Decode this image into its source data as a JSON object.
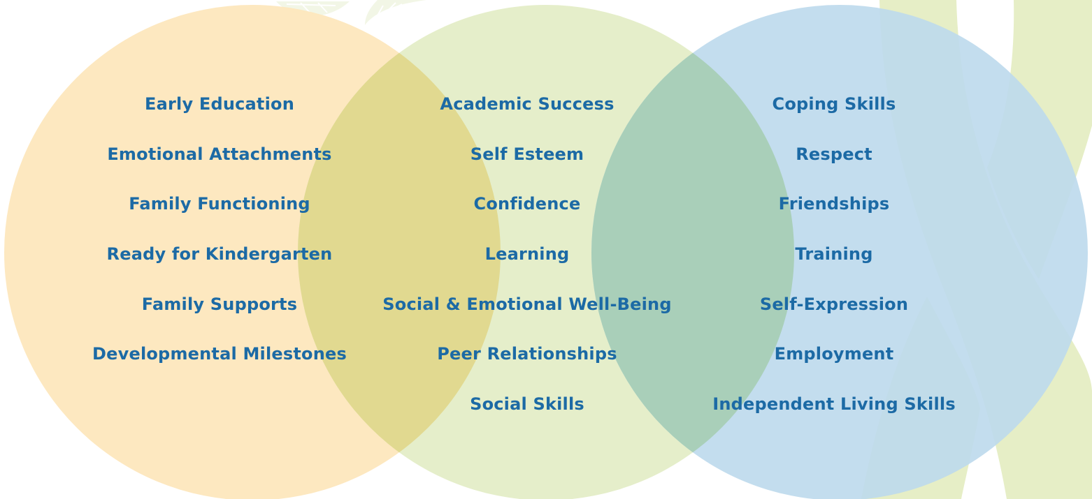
{
  "colors": {
    "left_circle": "#fde7bd",
    "middle_circle": "#e3edc6",
    "right_circle": "#bcd9ec",
    "overlap_left_middle": "#e1d990",
    "overlap_middle_right": "#a9cfb9",
    "ribbon": "#e6eec6",
    "text": "#1c6aa5"
  },
  "decorations": {
    "leaf_icons": [
      "leaf-icon",
      "leaf-icon"
    ],
    "ribbon": "ribbon-shape"
  },
  "venn": {
    "left": {
      "items": [
        "Early Education",
        "Emotional Attachments",
        "Family Functioning",
        "Ready for Kindergarten",
        "Family Supports",
        "Developmental Milestones"
      ]
    },
    "middle": {
      "items": [
        "Academic Success",
        "Self Esteem",
        "Confidence",
        "Learning",
        "Social & Emotional Well-Being",
        "Peer Relationships",
        "Social Skills"
      ]
    },
    "right": {
      "items": [
        "Coping Skills",
        "Respect",
        "Friendships",
        "Training",
        "Self-Expression",
        "Employment",
        "Independent Living Skills"
      ]
    }
  }
}
